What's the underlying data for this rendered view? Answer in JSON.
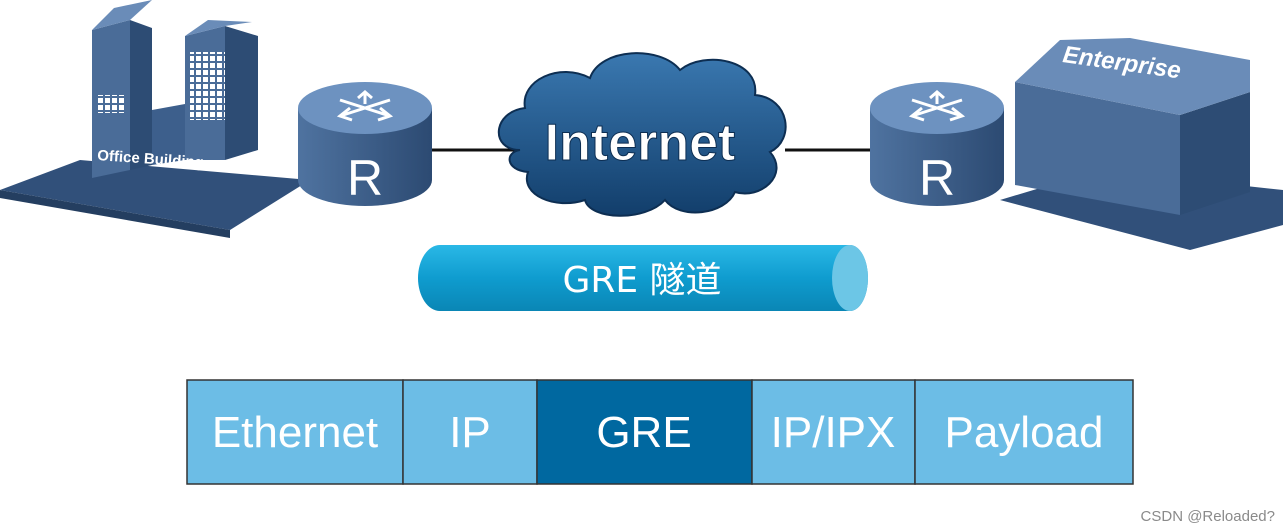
{
  "topology": {
    "left_site": {
      "label": "Office Building"
    },
    "left_router": {
      "label": "R"
    },
    "cloud": {
      "label": "Internet"
    },
    "right_router": {
      "label": "R"
    },
    "right_site": {
      "label": "Enterprise"
    }
  },
  "tunnel": {
    "label": "GRE 隧道"
  },
  "packet": {
    "fields": [
      {
        "label": "Ethernet",
        "color": "#6cbde6"
      },
      {
        "label": "IP",
        "color": "#6cbde6"
      },
      {
        "label": "GRE",
        "color": "#0068a0"
      },
      {
        "label": "IP/IPX",
        "color": "#6cbde6"
      },
      {
        "label": "Payload",
        "color": "#6cbde6"
      }
    ]
  },
  "watermark": "CSDN @Reloaded?",
  "colors": {
    "building": "#3d5f8c",
    "router": "#3f5f88",
    "cloud": "#1d4f83",
    "tunnel": "#14a2d4",
    "tunnel_cap": "#6cc6e6"
  }
}
